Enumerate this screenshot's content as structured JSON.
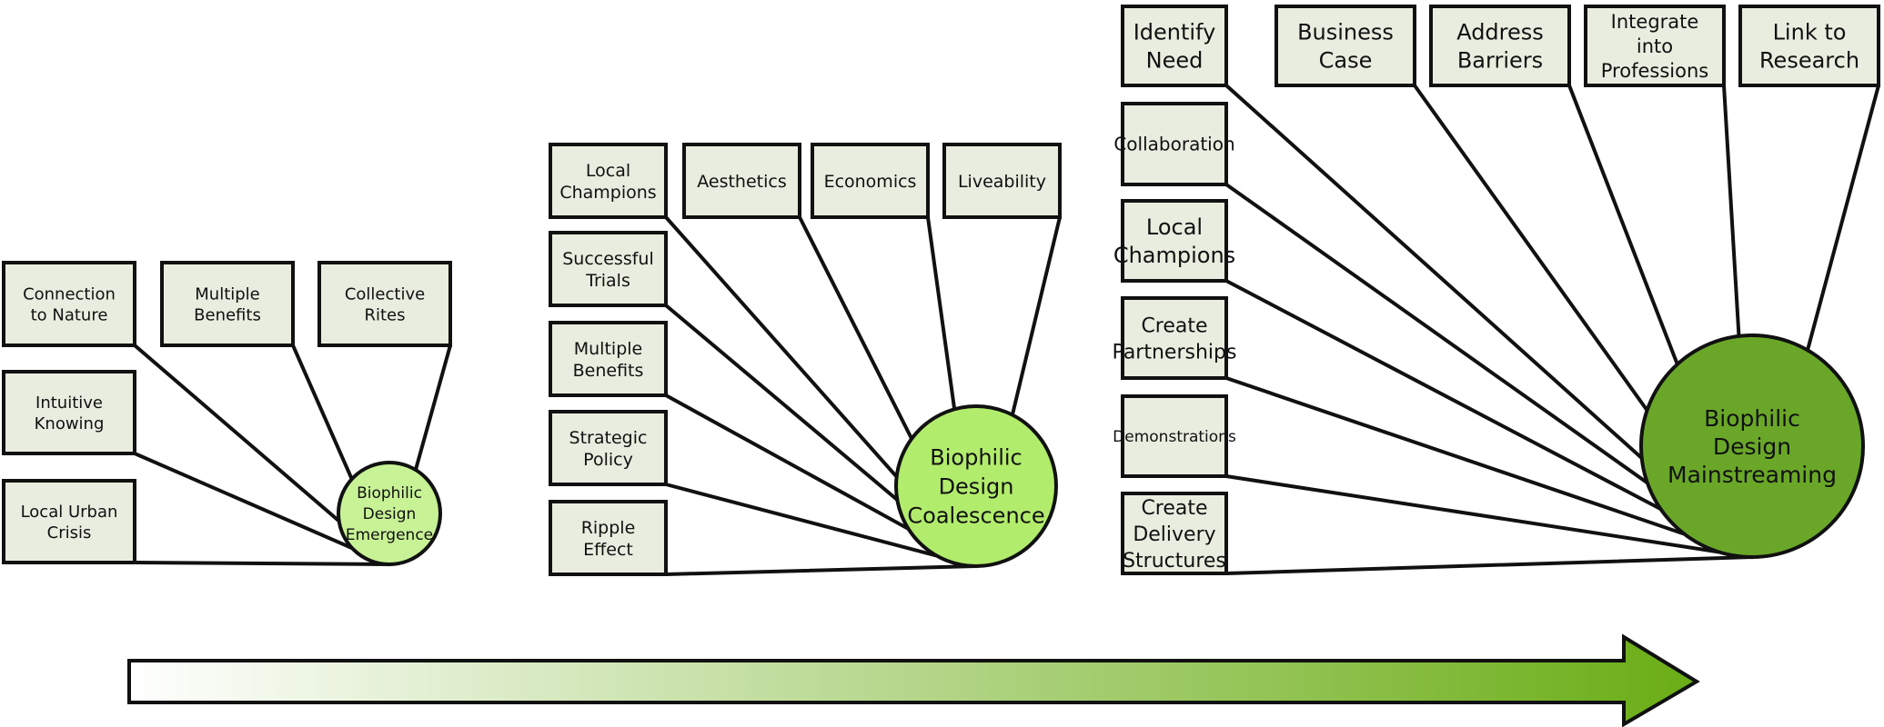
{
  "colors": {
    "box_fill": "#e8eddf",
    "stroke": "#111111",
    "circle_emergence": "#c8f296",
    "circle_coalescence": "#b2ec6c",
    "circle_mainstreaming": "#6aa729",
    "arrow_start": "#ffffff",
    "arrow_end": "#6aad15"
  },
  "stages": [
    {
      "id": "emergence",
      "hub_label": [
        "Biophilic",
        "Design",
        "Emergence"
      ],
      "boxes": [
        [
          "Connection",
          "to Nature"
        ],
        [
          "Multiple",
          "Benefits"
        ],
        [
          "Collective",
          "Rites"
        ],
        [
          "Intuitive",
          "Knowing"
        ],
        [
          "Local Urban",
          "Crisis"
        ]
      ]
    },
    {
      "id": "coalescence",
      "hub_label": [
        "Biophilic",
        "Design",
        "Coalescence"
      ],
      "boxes": [
        [
          "Local",
          "Champions"
        ],
        [
          "Aesthetics"
        ],
        [
          "Economics"
        ],
        [
          "Liveability"
        ],
        [
          "Successful",
          "Trials"
        ],
        [
          "Multiple",
          "Benefits"
        ],
        [
          "Strategic",
          "Policy"
        ],
        [
          "Ripple",
          "Effect"
        ]
      ]
    },
    {
      "id": "mainstreaming",
      "hub_label": [
        "Biophilic",
        "Design",
        "Mainstreaming"
      ],
      "boxes": [
        [
          "Identify",
          "Need"
        ],
        [
          "Business",
          "Case"
        ],
        [
          "Address",
          "Barriers"
        ],
        [
          "Integrate",
          "into",
          "Professions"
        ],
        [
          "Link to",
          "Research"
        ],
        [
          "Collaboration"
        ],
        [
          "Local",
          "Champions"
        ],
        [
          "Create",
          "Partnerships"
        ],
        [
          "Demonstrations"
        ],
        [
          "Create",
          "Delivery",
          "Structures"
        ]
      ]
    }
  ]
}
